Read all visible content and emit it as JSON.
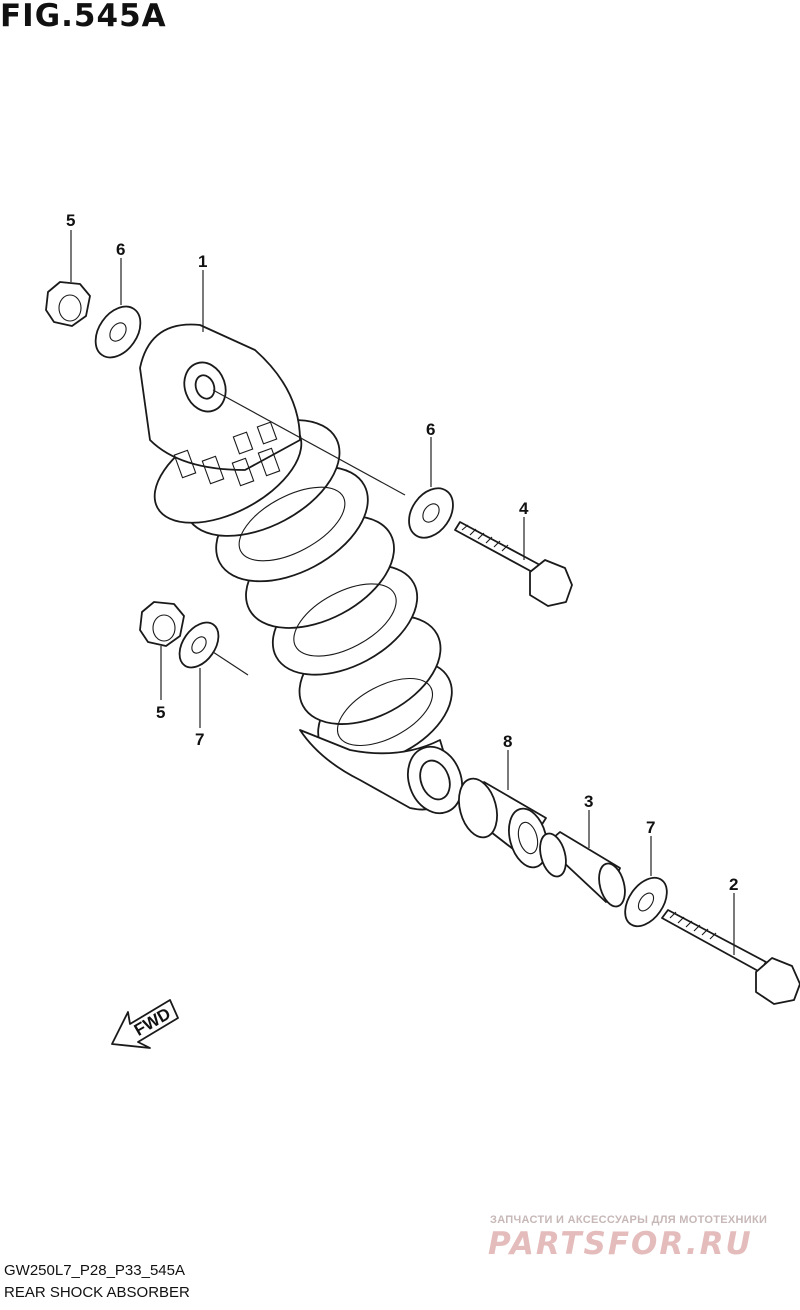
{
  "figure": {
    "title": "FIG.545A",
    "model_code": "GW250L7_P28_P33_545A",
    "section_name": "REAR SHOCK ABSORBER"
  },
  "direction_marker": "FWD",
  "callouts": [
    {
      "id": "c1",
      "number": "1"
    },
    {
      "id": "c2",
      "number": "2"
    },
    {
      "id": "c3",
      "number": "3"
    },
    {
      "id": "c4",
      "number": "4"
    },
    {
      "id": "c5a",
      "number": "5"
    },
    {
      "id": "c5b",
      "number": "5"
    },
    {
      "id": "c6a",
      "number": "6"
    },
    {
      "id": "c6b",
      "number": "6"
    },
    {
      "id": "c7a",
      "number": "7"
    },
    {
      "id": "c7b",
      "number": "7"
    },
    {
      "id": "c8",
      "number": "8"
    }
  ],
  "watermark": {
    "tagline": "ЗАПЧАСТИ И АКСЕССУАРЫ ДЛЯ МОТОТЕХНИКИ",
    "brand": "PARTSFOR.RU"
  }
}
